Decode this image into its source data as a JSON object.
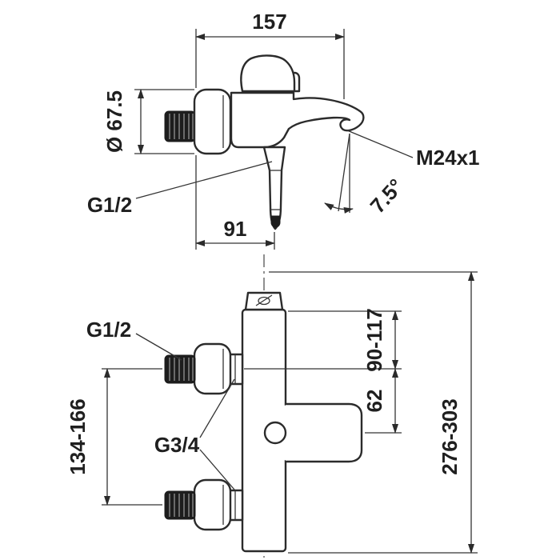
{
  "drawing": {
    "side_view": {
      "width": "157",
      "escutcheon_diameter": "Ø 67.5",
      "spout_thread": "M24x1",
      "shower_connection": "G1/2",
      "spout_depth": "91",
      "spout_angle": "7.5°"
    },
    "front_view": {
      "inlet_connection": "G1/2",
      "inlet_spacing": "134-166",
      "union_connection": "G3/4",
      "upper_height": "90-117",
      "spout_offset": "62",
      "total_height": "276-303"
    }
  }
}
